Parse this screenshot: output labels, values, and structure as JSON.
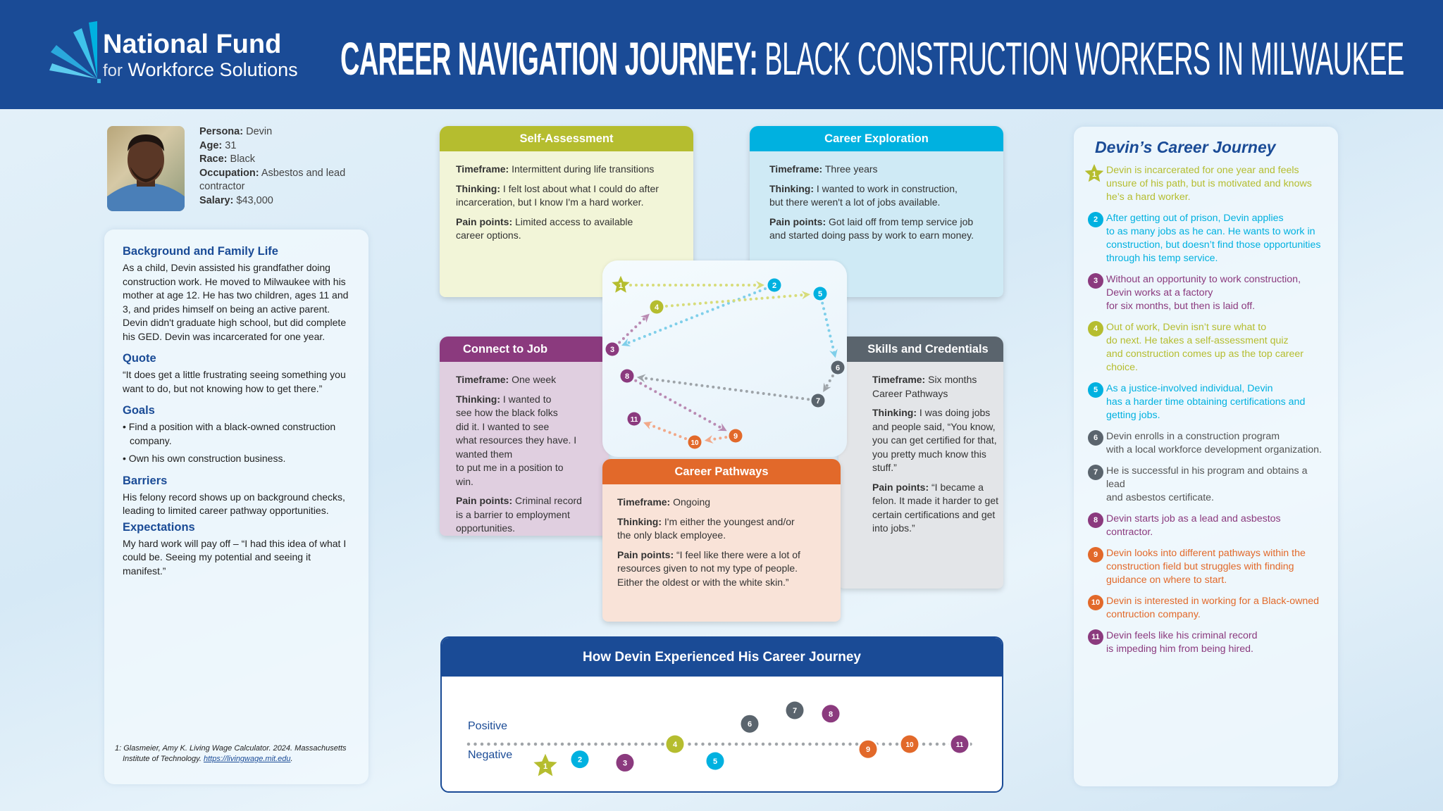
{
  "header": {
    "logo_line1": "National Fund",
    "logo_for": "for",
    "logo_line2": "Workforce Solutions",
    "title_bold": "CAREER NAVIGATION JOURNEY:",
    "title_light": "BLACK CONSTRUCTION WORKERS IN MILWAUKEE"
  },
  "colors": {
    "navy": "#1a4b96",
    "green": "#b5bd2f",
    "blue": "#00b1e0",
    "purple": "#8b3a7e",
    "gray": "#5a646d",
    "orange": "#e2692a"
  },
  "persona": {
    "persona_label": "Persona:",
    "persona": "Devin",
    "age_label": "Age:",
    "age": "31",
    "race_label": "Race:",
    "race": "Black",
    "occupation_label": "Occupation:",
    "occupation": "Asbestos and lead contractor",
    "salary_label": "Salary:",
    "salary": "$43,000"
  },
  "left": {
    "background_title": "Background and Family Life",
    "background": "As a child, Devin assisted his grandfather doing construction work. He moved to Milwaukee with his mother at age 12. He has two children, ages 11 and 3, and prides himself on being an active parent. Devin didn't graduate high school, but did complete his GED. Devin was incarcerated for one year.",
    "quote_title": "Quote",
    "quote": "“It does get a little frustrating seeing something you want to do, but not knowing how to get there.”",
    "goals_title": "Goals",
    "goals": [
      "Find a position with a black-owned construction company.",
      "Own his own construction business."
    ],
    "barriers_title": "Barriers",
    "barriers": "His felony record shows up on background checks, leading to limited career pathway opportunities.",
    "expectations_title": "Expectations",
    "expectations": "My hard work will pay off – “I had this idea of what I could be. Seeing my potential and seeing it manifest.”",
    "footnote": "1: Glasmeier, Amy K. Living Wage Calculator. 2024. Massachusetts Institute of Technology. ",
    "footnote_link": "https://livingwage.mit.edu",
    "footnote_end": "."
  },
  "labels": {
    "timeframe": "Timeframe:",
    "thinking": "Thinking:",
    "pain": "Pain points:"
  },
  "stages": {
    "self": {
      "title": "Self-Assessment",
      "timeframe": "Intermittent during life transitions",
      "thinking": "I felt lost about what I could do after incarceration, but I know I'm a hard worker.",
      "pain": "Limited access to available\ncareer options."
    },
    "explore": {
      "title": "Career Exploration",
      "timeframe": "Three years",
      "thinking": "I wanted to work in construction,\nbut there weren't a lot of jobs available.",
      "pain": "Got laid off from temp service job\nand started doing pass by work to earn money."
    },
    "connect": {
      "title": "Connect to Job",
      "timeframe": "One week",
      "thinking": "I wanted to\nsee how the black folks\ndid it. I wanted to see\nwhat resources they have. I wanted them\nto put me in a position to\nwin.",
      "pain": "Criminal record\nis a barrier to employment\nopportunities."
    },
    "skills": {
      "title": "Skills and Credentials",
      "timeframe": "Six months\nCareer Pathways",
      "thinking": "I was doing jobs and people said, “You know, you can get certified for that, you pretty much know this stuff.”",
      "pain": "“I became a felon. It made it harder to get certain certifications and get into jobs.”"
    },
    "pathways": {
      "title": "Career Pathways",
      "timeframe": "Ongoing",
      "thinking": "I'm either the youngest and/or\nthe only black employee.",
      "pain": "“I feel like there were a lot of\nresources given to not my type of people.\nEither the oldest or with the white skin.”"
    }
  },
  "journey": {
    "title": "Devin’s Career Journey",
    "steps": [
      {
        "n": "1",
        "color": "green",
        "shape": "star",
        "text": "Devin is incarcerated for one year and feels\nunsure of his path, but is motivated and knows\nhe’s a hard worker."
      },
      {
        "n": "2",
        "color": "blue",
        "text": "After getting out of prison, Devin applies\nto as many jobs as he can. He wants to work in\nconstruction, but doesn’t find those opportunities\nthrough his temp service."
      },
      {
        "n": "3",
        "color": "purple",
        "text": "Without an opportunity to work construction,\nDevin works at a factory\nfor six months, but then is laid off."
      },
      {
        "n": "4",
        "color": "green",
        "text": "Out of work, Devin isn’t sure what to\ndo next. He takes a self-assessment quiz\nand construction comes up as the top career\nchoice."
      },
      {
        "n": "5",
        "color": "blue",
        "text": "As a justice-involved individual, Devin\nhas a harder time obtaining certifications and\ngetting jobs."
      },
      {
        "n": "6",
        "color": "gray",
        "text": "Devin enrolls in a construction program\nwith a local workforce development organization."
      },
      {
        "n": "7",
        "color": "gray",
        "text": "He is successful in his program and obtains a lead\nand asbestos certificate."
      },
      {
        "n": "8",
        "color": "purple",
        "text": "Devin starts job as a lead and asbestos\ncontractor."
      },
      {
        "n": "9",
        "color": "orange",
        "text": "Devin looks into different pathways within the\nconstruction field but struggles with finding\nguidance on where to start."
      },
      {
        "n": "10",
        "color": "orange",
        "text": "Devin is interested in working for a Black-owned\ncontruction company."
      },
      {
        "n": "11",
        "color": "purple",
        "text": "Devin feels like his criminal record\nis impeding him from being hired."
      }
    ]
  },
  "experience": {
    "title": "How Devin Experienced His Career Journey",
    "positive_label": "Positive",
    "negative_label": "Negative",
    "chart_data": {
      "type": "scatter",
      "categories": [
        "1",
        "2",
        "3",
        "4",
        "5",
        "6",
        "7",
        "8",
        "9",
        "10",
        "11"
      ],
      "values": [
        -1.3,
        -0.9,
        -1.1,
        0,
        -1.0,
        1.2,
        2.0,
        1.8,
        -0.3,
        0,
        0
      ],
      "ylim": [
        -1.5,
        2.2
      ],
      "baseline": 0
    }
  }
}
